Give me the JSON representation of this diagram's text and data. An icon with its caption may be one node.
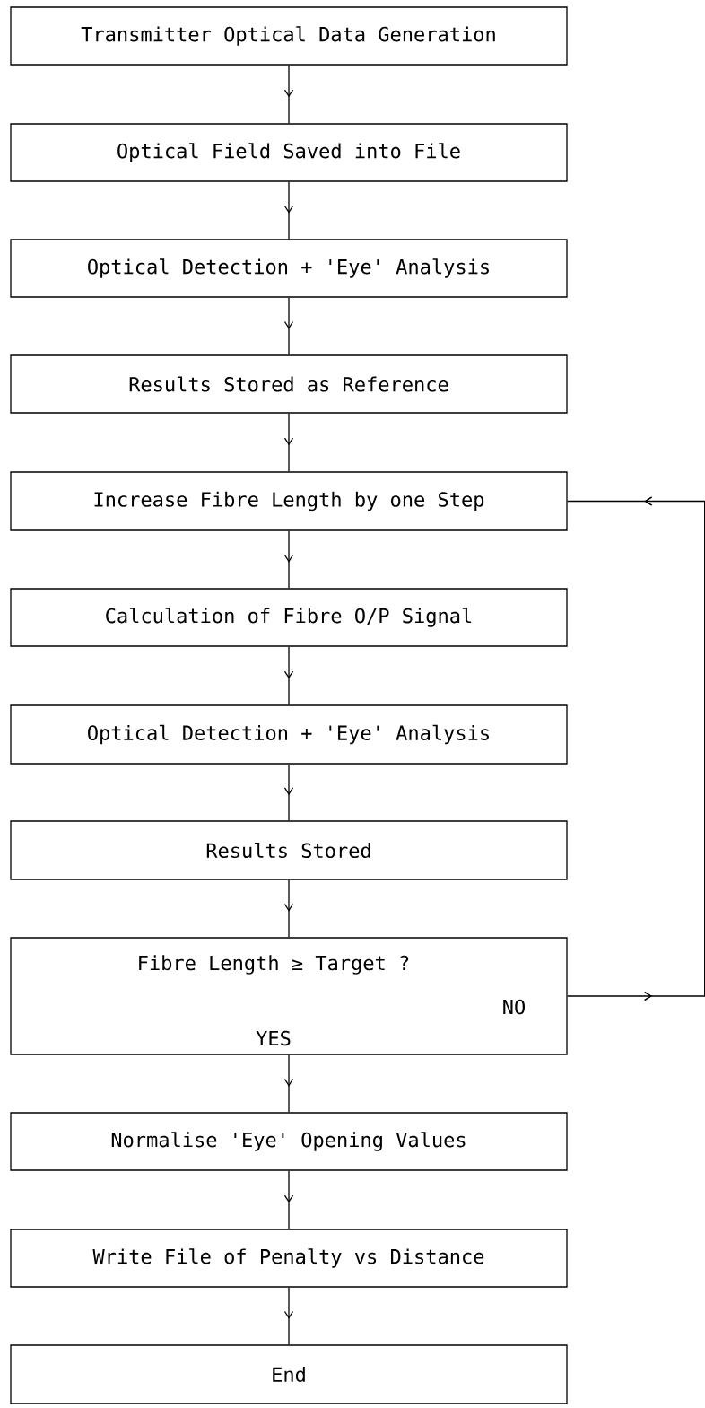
{
  "diagram": {
    "nodes": [
      {
        "text": [
          "Transmitter Optical Data Generation"
        ]
      },
      {
        "text": [
          "Optical Field Saved into File"
        ]
      },
      {
        "text": [
          "Optical Detection + 'Eye' Analysis"
        ]
      },
      {
        "text": [
          "Results Stored as Reference"
        ]
      },
      {
        "text": [
          "Increase Fibre Length by one Step"
        ]
      },
      {
        "text": [
          "Calculation of Fibre O/P Signal"
        ]
      },
      {
        "text": [
          "Optical Detection + 'Eye' Analysis"
        ]
      },
      {
        "text": [
          "Results  Stored"
        ]
      },
      {
        "text": [
          "Fibre Length ≥ Target ?",
          "NO",
          "YES"
        ]
      },
      {
        "text": [
          "Normalise 'Eye' Opening Values"
        ]
      },
      {
        "text": [
          "Write File of Penalty vs Distance"
        ]
      },
      {
        "text": [
          "End"
        ]
      }
    ],
    "edges": [
      {
        "from": 0,
        "to": 1,
        "arrow": "to"
      },
      {
        "from": 1,
        "to": 2,
        "arrow": "to"
      },
      {
        "from": 2,
        "to": 3,
        "arrow": "to"
      },
      {
        "from": 3,
        "to": 4,
        "arrow": "to"
      },
      {
        "from": 4,
        "to": 5,
        "arrow": "to"
      },
      {
        "from": 5,
        "to": 6,
        "arrow": "to"
      },
      {
        "from": 6,
        "to": 7,
        "arrow": "to"
      },
      {
        "from": 7,
        "to": 8,
        "arrow": "to"
      },
      {
        "from": 8,
        "to": 4,
        "arrow": "to"
      },
      {
        "from": 8,
        "to": 9,
        "arrow": "to"
      },
      {
        "from": 9,
        "to": 10,
        "arrow": "to"
      },
      {
        "from": 10,
        "to": 11,
        "arrow": "to"
      }
    ]
  }
}
